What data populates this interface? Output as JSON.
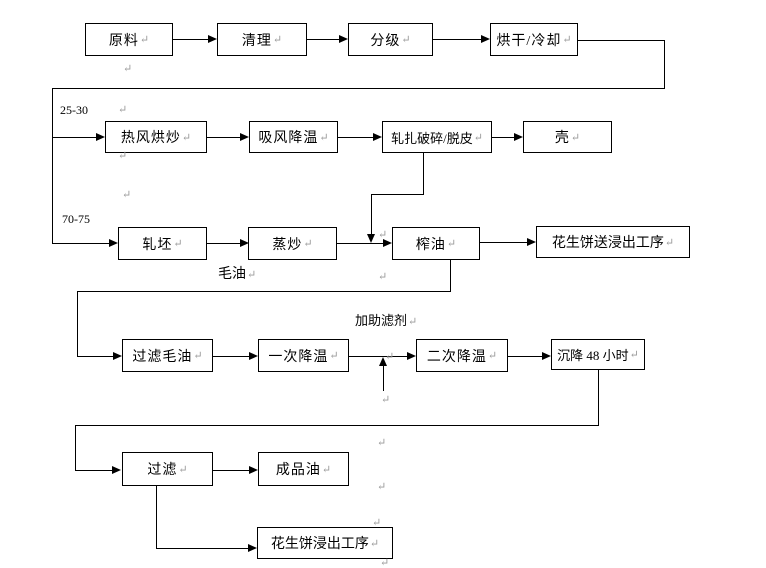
{
  "glyph": {
    "return": "↵"
  },
  "nodes": {
    "yuanliao": {
      "label": "原料"
    },
    "qingli": {
      "label": "清理"
    },
    "fenji": {
      "label": "分级"
    },
    "honggan": {
      "label": "烘干/冷却"
    },
    "refeng": {
      "label": "热风烘炒"
    },
    "xifeng": {
      "label": "吸风降温"
    },
    "yazha": {
      "label": "轧扎破碎/脱皮"
    },
    "ke": {
      "label": "壳"
    },
    "yapi": {
      "label": "轧坯"
    },
    "zhengchao": {
      "label": "蒸炒"
    },
    "zhayou": {
      "label": "榨油"
    },
    "bingsong": {
      "label": "花生饼送浸出工序"
    },
    "guolvmaoyou": {
      "label": "过滤毛油"
    },
    "yici": {
      "label": "一次降温"
    },
    "erci": {
      "label": "二次降温"
    },
    "chenjiang": {
      "label": "沉降 48 小时"
    },
    "guolv": {
      "label": "过滤"
    },
    "chengpinyou": {
      "label": "成品油"
    },
    "bingjinchu": {
      "label": "花生饼浸出工序"
    }
  },
  "labels": {
    "temp1": "25-30",
    "temp2": "70-75",
    "crude_oil": "毛油",
    "filter_aid": "加助滤剂"
  },
  "colors": {
    "line": "#000000",
    "text": "#000000",
    "paragraph_mark": "#9a9a9a",
    "background": "#ffffff"
  }
}
